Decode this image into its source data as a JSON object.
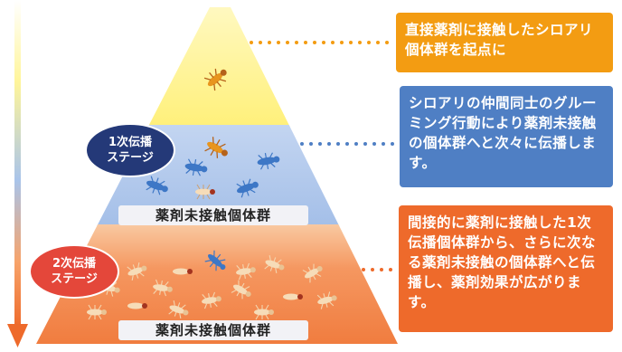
{
  "callouts": [
    {
      "text": "直接薬剤に接触したシロアリ個体群を起点に",
      "color": "#f39c12"
    },
    {
      "text": "シロアリの仲間同士のグルーミング行動により薬剤未接触の個体群へと次々に伝播します。",
      "color": "#4f7fc4"
    },
    {
      "text": "間接的に薬剤に接触した1次伝播個体群から、さらに次なる薬剤未接触の個体群へと伝播し、薬剤効果が広がります。",
      "color": "#ee6a2b"
    }
  ],
  "stages": {
    "first": {
      "line1": "1次伝播",
      "line2": "ステージ"
    },
    "second": {
      "line1": "2次伝播",
      "line2": "ステージ"
    }
  },
  "bands": {
    "first": "薬剤未接触個体群",
    "second": "薬剤未接触個体群"
  },
  "colors": {
    "top_yellow": "#fff59a",
    "mid_blue": "#a9c4ea",
    "bottom_orange": "#f28b4c",
    "accent_blue": "#3d77c6",
    "accent_orange": "#ee6a2b",
    "termite_light": "#f6dcb8",
    "termite_dark": "#a3331f"
  },
  "icons": {
    "termite": "termite-icon",
    "progress_arrow": "down-arrow-icon"
  }
}
